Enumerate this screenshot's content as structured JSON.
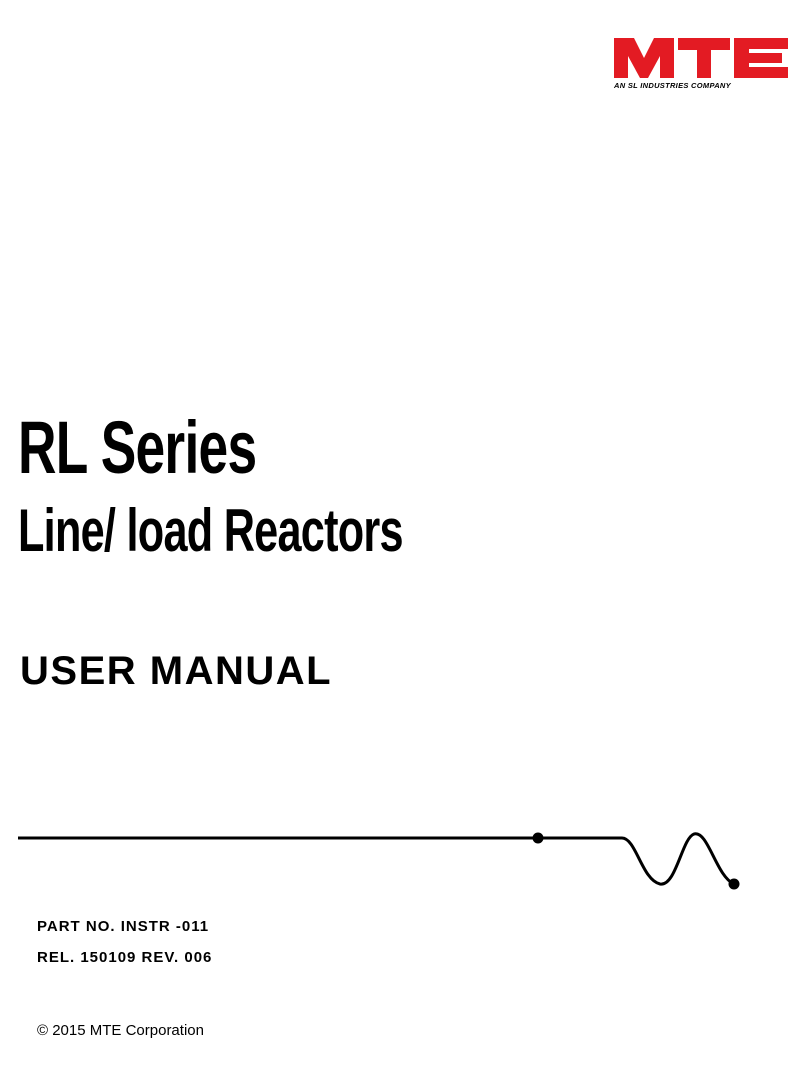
{
  "logo": {
    "wordmark": "MTE",
    "tagline": "AN SL INDUSTRIES COMPANY",
    "brand_color": "#e31b23"
  },
  "title": "RL Series",
  "subtitle": "Line/ load Reactors",
  "document_type": "USER MANUAL",
  "part_number": "PART NO. INSTR -011",
  "release": "REL. 150109 REV. 006",
  "copyright": "© 2015 MTE Corporation",
  "decoration": {
    "signal_graphic": "line-to-sine-wave-icon"
  }
}
